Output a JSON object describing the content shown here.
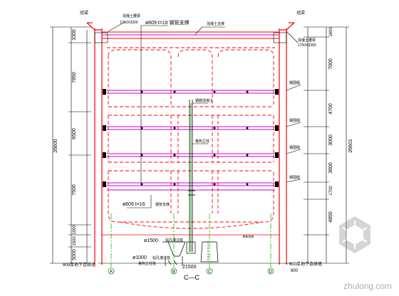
{
  "top_labels": {
    "left_corner": "冠梁",
    "right_corner": "冠梁",
    "left_note": "混凝土腰梁",
    "left_dim": "1700X3300",
    "strut_spec": "ø609  t=16 钢管支撑",
    "top_beam": "混凝土支撑",
    "right_note": "混凝土腰梁",
    "right_dim": "1700X3300"
  },
  "left_dims": [
    "3300",
    "7850",
    "6500",
    "7500",
    "1000",
    "1500",
    "5000"
  ],
  "left_total": "26600",
  "right_dims": [
    "1600",
    "7000",
    "4700",
    "3000",
    "3600",
    "1700",
    "4850"
  ],
  "right_total": "26601",
  "right_labels": [
    "钢围檩",
    "钢围檩",
    "钢围檩",
    "钢围檩"
  ],
  "mid_labels": {
    "center_tag": "钢筋混凝土",
    "lattice": "格构立柱",
    "strut_spec_lower": "ø609  t=16",
    "strut_suffix": "钢管支撑",
    "pile_dia": "ø1500",
    "pile_note": "钻孔灌注桩",
    "pile2_dia": "ø1000",
    "pile2_note": "钻孔灌注桩",
    "pile2_note2": "格构立柱桩",
    "base_note": "底板垫层"
  },
  "bottom": {
    "left_wall": "800厚地下连续墙",
    "right_wall": "800厚地下连续墙",
    "width": "21500",
    "right_small": "800",
    "section": "C—C",
    "axes": [
      "A",
      "B",
      "C",
      "D"
    ]
  },
  "watermark": "zhulong.com",
  "colors": {
    "wall": "#ff0000",
    "strut": "#cc00cc",
    "line": "#000000",
    "dim": "#555555",
    "green": "#00aa00"
  }
}
